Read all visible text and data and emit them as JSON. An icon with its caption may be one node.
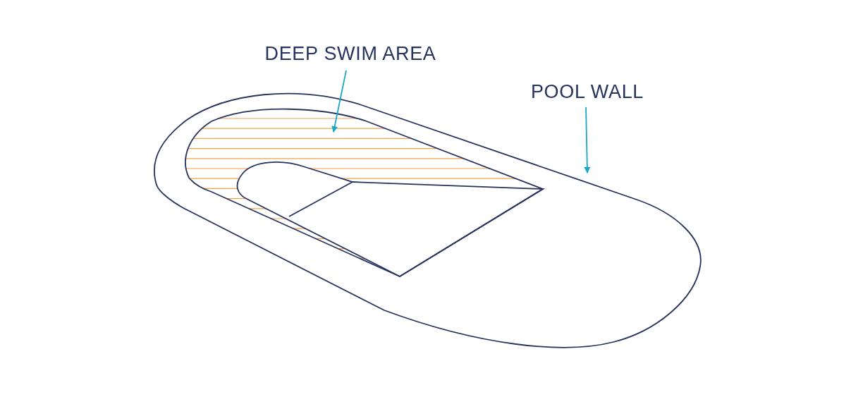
{
  "diagram": {
    "nodes": [
      {
        "text": [
          "DEEP SWIM AREA"
        ]
      },
      {
        "text": [
          "POOL WALL"
        ]
      },
      {
        "text": [],
        "shape": "picture",
        "in": 3
      },
      {
        "text": [],
        "shape": "picture"
      }
    ],
    "edges": [
      {
        "from": 0,
        "to": 2,
        "arrow": "to"
      },
      {
        "from": 1,
        "to": 3,
        "arrow": "to"
      }
    ]
  }
}
